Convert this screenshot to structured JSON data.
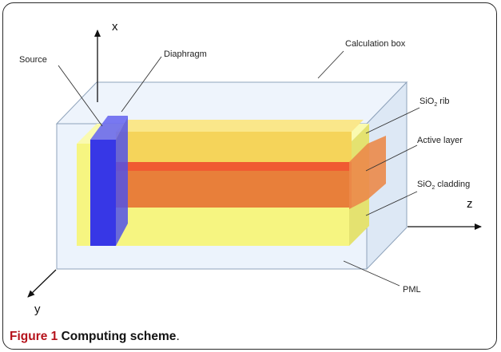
{
  "labels": {
    "source": "Source",
    "diaphragm": "Diaphragm",
    "calculation_box": "Calculation box",
    "sio2_prefix": "SiO",
    "sio2_subscript": "2",
    "rib_suffix": " rib",
    "active_layer": "Active layer",
    "cladding_suffix": " cladding",
    "pml": "PML"
  },
  "axes": {
    "x": "x",
    "y": "y",
    "z": "z"
  },
  "caption": {
    "number": "Figure 1",
    "text": " Computing scheme",
    "period": "."
  },
  "colors": {
    "box_fill": "#e9f1fb",
    "box_stroke": "#8fa3bb",
    "cladding": "#f7f47a",
    "active": "#e87f3a",
    "rib": "#f5d45a",
    "source": "#3737e6",
    "caption_number": "#b5121b"
  }
}
